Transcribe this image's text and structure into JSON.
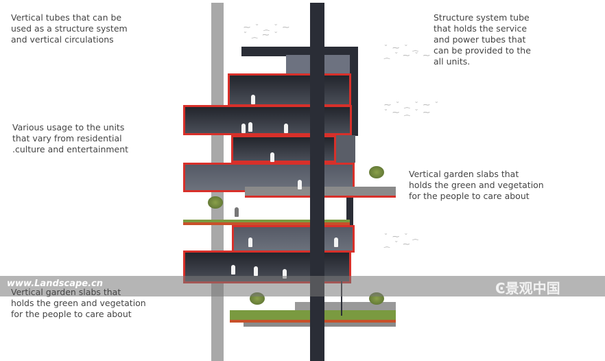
{
  "annotations": {
    "top_left": [
      "Vertical tubes that can be",
      "used as a structure system",
      "and vertical circulations"
    ],
    "top_right": [
      "Structure system tube",
      "that holds the service",
      "and power tubes  that",
      "can be provided to the",
      "all units."
    ],
    "middle_left": [
      "Various usage to the units",
      "that vary from residential",
      ".culture and entertainment"
    ],
    "middle_right": [
      "Vertical garden slabs that",
      "holds the green and vegetation",
      "for the people to care about"
    ],
    "bottom_left": [
      "Vertical garden slabs that",
      "holds the green and vegetation",
      "for the people to care about"
    ]
  },
  "watermark": {
    "url": "www.Landscape.cn",
    "brand": "景观中国"
  },
  "colors": {
    "accent": "#d8302a",
    "tube_grey": "#a8a8a8",
    "tube_dark": "#2a2d36",
    "garden": "#7a9a40"
  }
}
